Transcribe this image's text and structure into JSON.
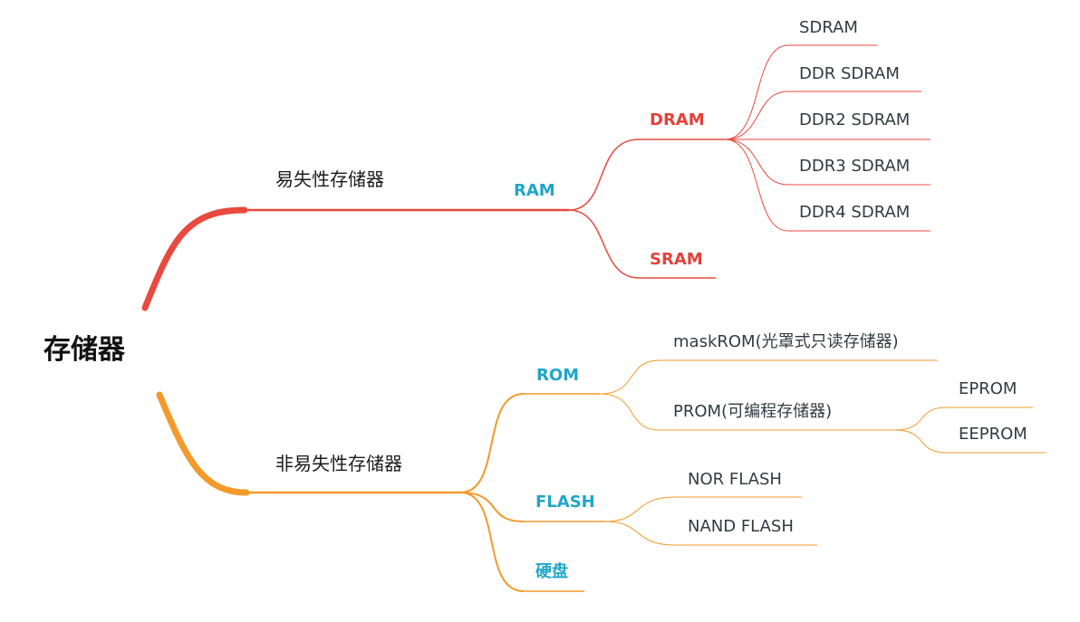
{
  "colors": {
    "red_branch": "#e94a3f",
    "orange_branch": "#f39a2b",
    "red_text": "#e5403a",
    "cyan_text": "#1fa6c9"
  },
  "root": {
    "label": "存储器"
  },
  "volatile": {
    "label": "易失性存储器",
    "ram": {
      "label": "RAM",
      "dram": {
        "label": "DRAM",
        "children": [
          "SDRAM",
          "DDR SDRAM",
          "DDR2 SDRAM",
          "DDR3 SDRAM",
          "DDR4 SDRAM"
        ]
      },
      "sram": {
        "label": "SRAM"
      }
    }
  },
  "nonvolatile": {
    "label": "非易失性存储器",
    "rom": {
      "label": "ROM",
      "mask_rom": {
        "label": "maskROM(光罩式只读存储器)"
      },
      "prom": {
        "label": "PROM(可编程存储器)",
        "children": [
          "EPROM",
          "EEPROM"
        ]
      }
    },
    "flash": {
      "label": "FLASH",
      "children": [
        "NOR FLASH",
        "NAND FLASH"
      ]
    },
    "disk": {
      "label": "硬盘"
    }
  }
}
